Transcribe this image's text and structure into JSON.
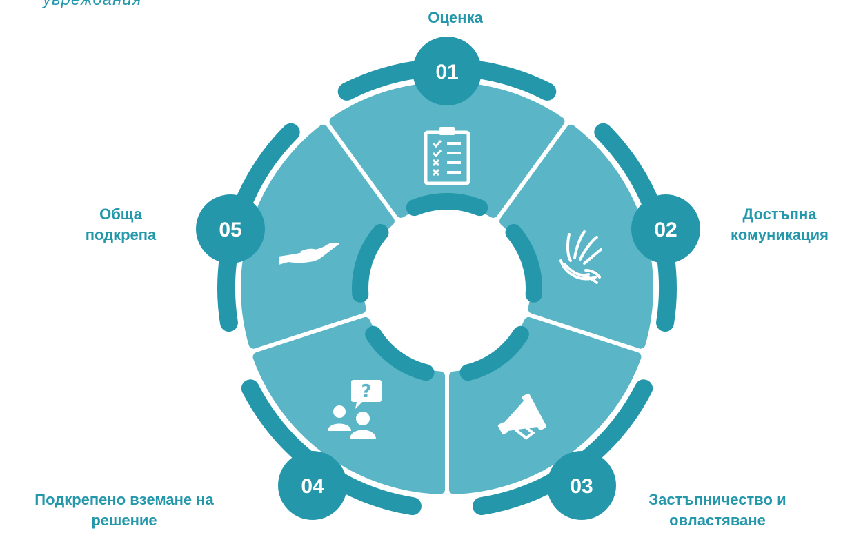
{
  "subtitle": "увреждания",
  "colors": {
    "dark": "#2597ab",
    "light": "#5ab5c7",
    "label": "#2497ab",
    "icon": "#ffffff"
  },
  "steps": [
    {
      "number": "01",
      "label": "Оценка",
      "icon": "clipboard-checklist-icon"
    },
    {
      "number": "02",
      "label": "Достъпна комуникация",
      "icon": "sign-language-hands-icon"
    },
    {
      "number": "03",
      "label": "Застъпничество и овластяване",
      "icon": "megaphone-icon"
    },
    {
      "number": "04",
      "label": "Подкрепено вземане на решение",
      "icon": "people-question-icon"
    },
    {
      "number": "05",
      "label": "Обща подкрепа",
      "icon": "open-hand-icon"
    }
  ]
}
